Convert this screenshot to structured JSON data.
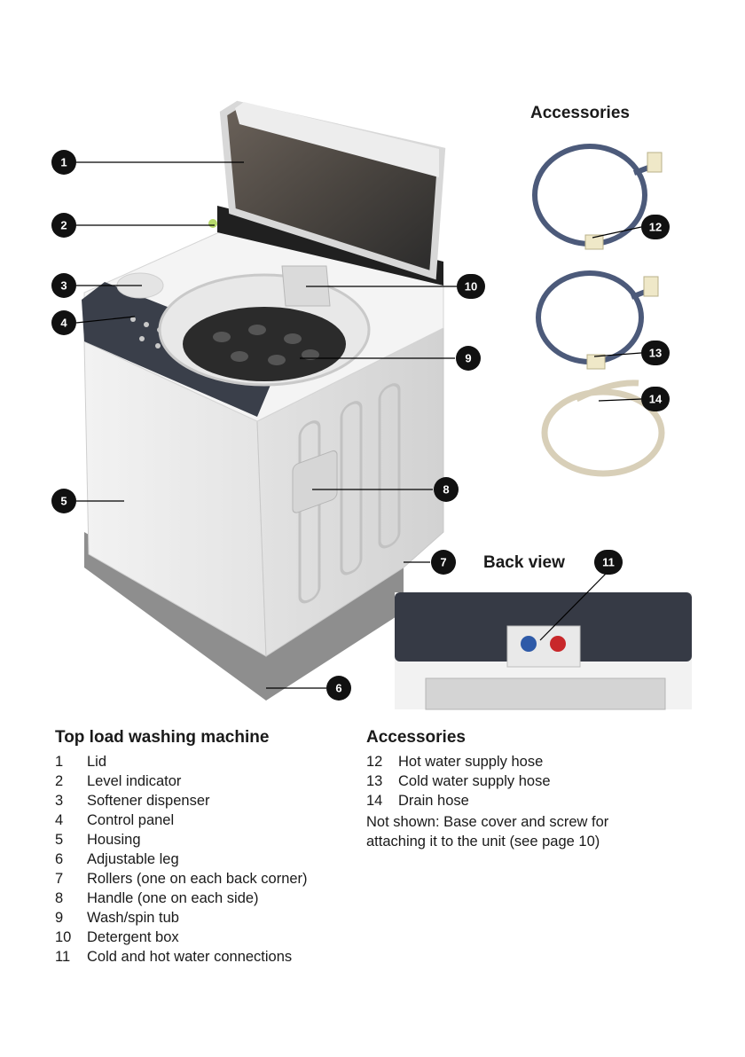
{
  "figure": {
    "accessories_heading": "Accessories",
    "back_view_label": "Back view",
    "callouts": [
      "1",
      "2",
      "3",
      "4",
      "5",
      "6",
      "7",
      "8",
      "9",
      "10",
      "11",
      "12",
      "13",
      "14"
    ]
  },
  "legend_main": {
    "title": "Top load washing machine",
    "items": [
      {
        "num": "1",
        "label": "Lid"
      },
      {
        "num": "2",
        "label": "Level indicator"
      },
      {
        "num": "3",
        "label": "Softener dispenser"
      },
      {
        "num": "4",
        "label": "Control panel"
      },
      {
        "num": "5",
        "label": "Housing"
      },
      {
        "num": "6",
        "label": "Adjustable leg"
      },
      {
        "num": "7",
        "label": "Rollers (one on each back corner)"
      },
      {
        "num": "8",
        "label": "Handle (one on each side)"
      },
      {
        "num": "9",
        "label": "Wash/spin tub"
      },
      {
        "num": "10",
        "label": "Detergent box"
      },
      {
        "num": "11",
        "label": "Cold and hot water connections"
      }
    ]
  },
  "legend_accessories": {
    "title": "Accessories",
    "items": [
      {
        "num": "12",
        "label": "Hot water supply hose"
      },
      {
        "num": "13",
        "label": "Cold water supply hose"
      },
      {
        "num": "14",
        "label": "Drain hose"
      }
    ],
    "note": "Not shown: Base cover and screw for attaching it to the unit (see page 10)"
  }
}
